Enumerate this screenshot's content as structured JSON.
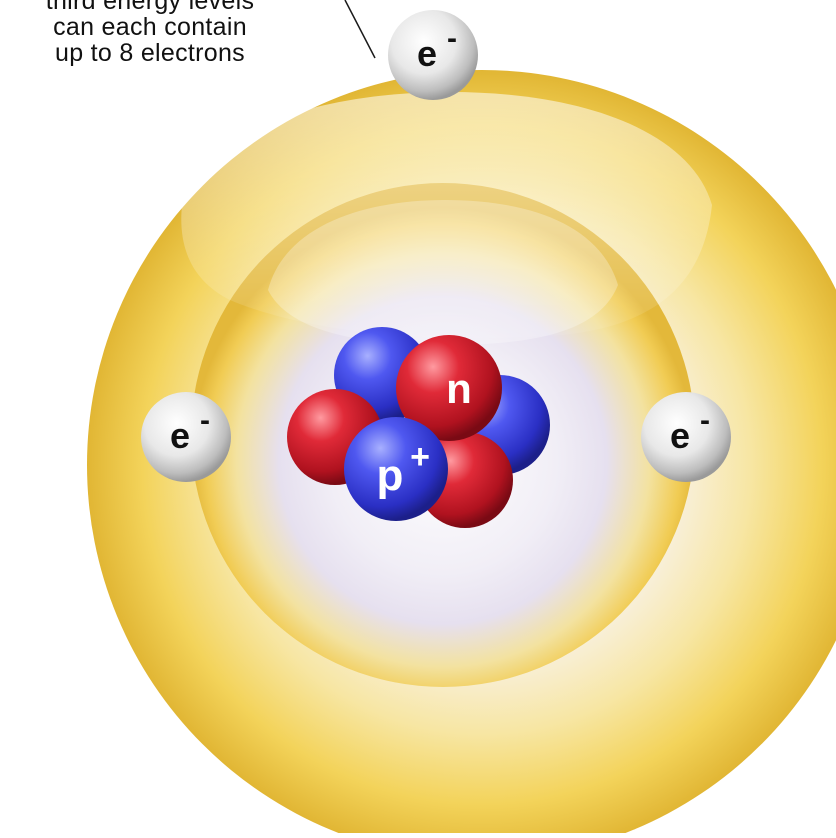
{
  "caption": {
    "lines": [
      "third energy levels",
      "can each contain",
      "up to 8 electrons"
    ]
  },
  "electrons": {
    "label": "e",
    "superscript": "-"
  },
  "nucleus": {
    "proton_label": "p",
    "proton_superscript": "+",
    "neutron_label": "n"
  },
  "colors": {
    "shell": "#f3d35a",
    "shell_light": "#fff6c8",
    "proton": "#3d46e8",
    "neutron": "#d31c2a",
    "electron": "#e6e6e6"
  }
}
